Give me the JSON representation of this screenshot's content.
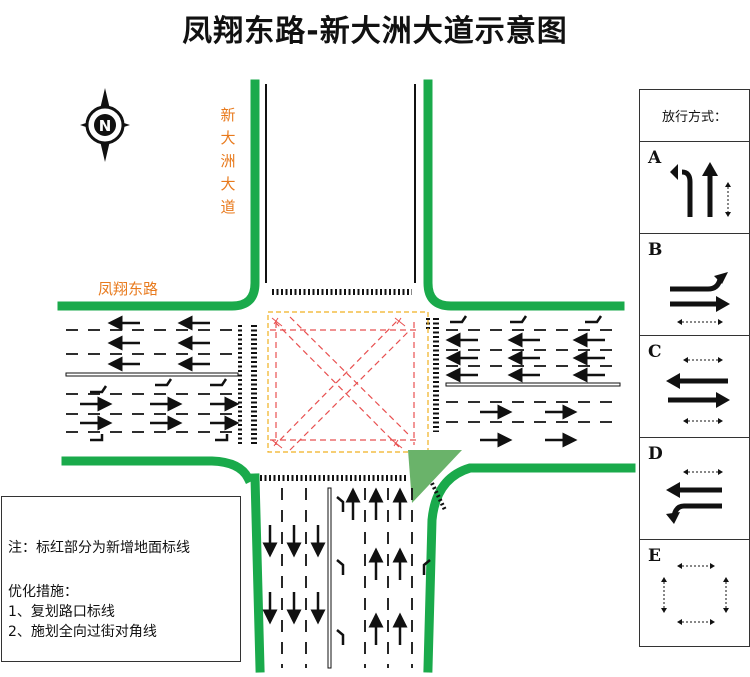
{
  "title": "凤翔东路-新大洲大道示意图",
  "compass": {
    "label": "N"
  },
  "roads": {
    "north_south": "新大洲大道",
    "east_west": "凤翔东路"
  },
  "colors": {
    "curb": "#1aaa4b",
    "label": "#e87a1d",
    "new_marking": "#e85050",
    "box_line": "#f0b020",
    "island": "#6ab36a"
  },
  "notes": {
    "line1": "注：标红部分为新增地面标线",
    "line2": "优化措施：",
    "line3": "1、复划路口标线",
    "line4": "2、施划全向过街对角线"
  },
  "legend": {
    "title": "放行方式：",
    "phases": [
      {
        "letter": "A",
        "icon": "north-left-and-through-arrows"
      },
      {
        "letter": "B",
        "icon": "east-through-and-left-arrows"
      },
      {
        "letter": "C",
        "icon": "east-west-through-arrows"
      },
      {
        "letter": "D",
        "icon": "west-through-and-left-arrows"
      },
      {
        "letter": "E",
        "icon": "all-pedestrian-crossing"
      }
    ]
  }
}
